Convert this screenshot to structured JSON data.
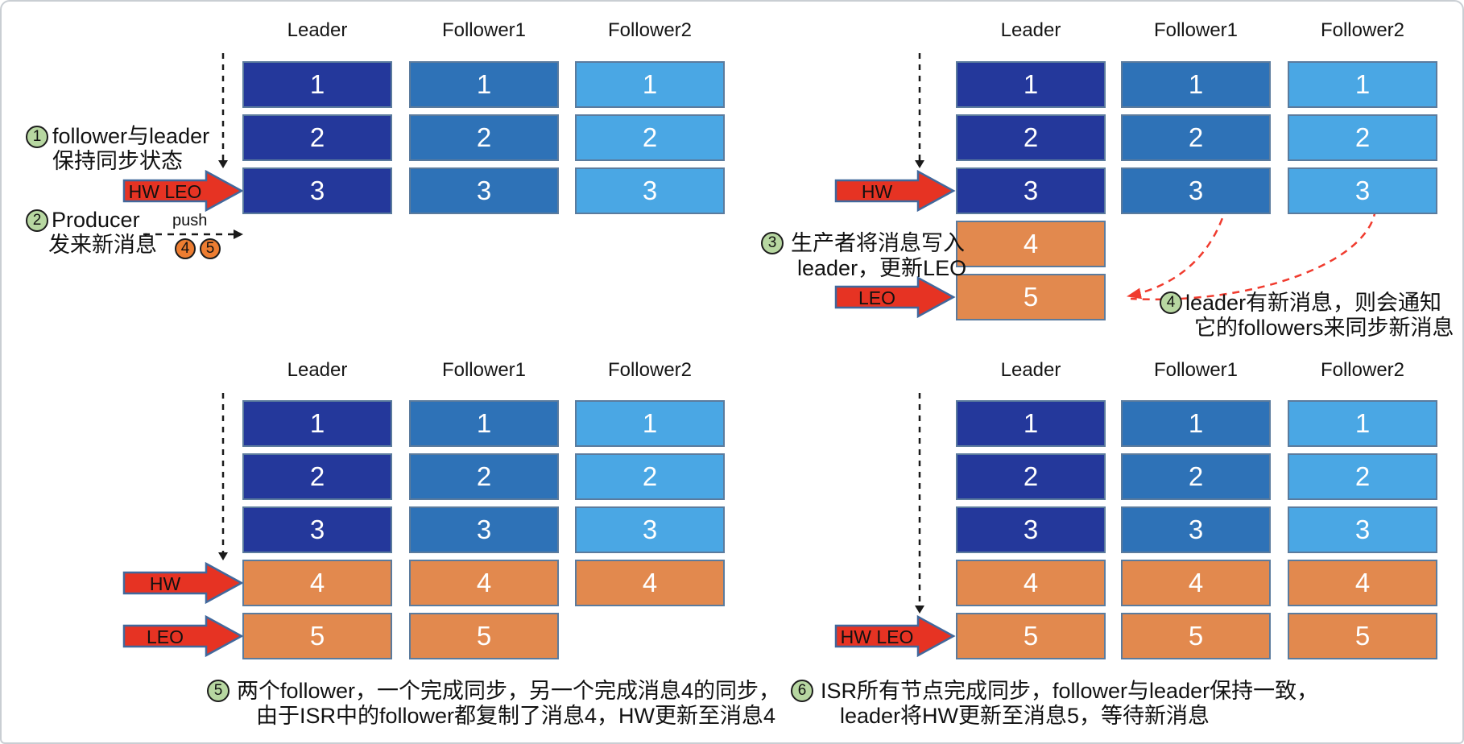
{
  "title": "Kafka HW / LEO replication steps diagram",
  "colors": {
    "navy": "#24389B",
    "medium_blue": "#2E72B7",
    "light_blue": "#4AA7E4",
    "orange": "#E2894E",
    "block_border": "#5B7B9D",
    "arrow_fill": "#E63323",
    "arrow_stroke": "#41689C",
    "badge_green": "#B7D7A1",
    "badge_orange": "#ED7D31",
    "sync_red": "#F03B2E",
    "line_dark": "#1A1A1A"
  },
  "panels": [
    {
      "id": "top-left",
      "headers": [
        "Leader",
        "Follower1",
        "Follower2"
      ],
      "columns": [
        {
          "role": "leader",
          "blocks": [
            {
              "n": "1",
              "c": "navy"
            },
            {
              "n": "2",
              "c": "navy"
            },
            {
              "n": "3",
              "c": "navy"
            }
          ]
        },
        {
          "role": "follower1",
          "blocks": [
            {
              "n": "1",
              "c": "medium_blue"
            },
            {
              "n": "2",
              "c": "medium_blue"
            },
            {
              "n": "3",
              "c": "medium_blue"
            }
          ]
        },
        {
          "role": "follower2",
          "blocks": [
            {
              "n": "1",
              "c": "light_blue"
            },
            {
              "n": "2",
              "c": "light_blue"
            },
            {
              "n": "3",
              "c": "light_blue"
            }
          ]
        }
      ],
      "pointer_arrows": [
        {
          "label": "HW LEO",
          "row": 3
        }
      ],
      "dashed_to_row": 3
    },
    {
      "id": "top-right",
      "headers": [
        "Leader",
        "Follower1",
        "Follower2"
      ],
      "columns": [
        {
          "role": "leader",
          "blocks": [
            {
              "n": "1",
              "c": "navy"
            },
            {
              "n": "2",
              "c": "navy"
            },
            {
              "n": "3",
              "c": "navy"
            },
            {
              "n": "4",
              "c": "orange"
            },
            {
              "n": "5",
              "c": "orange"
            }
          ]
        },
        {
          "role": "follower1",
          "blocks": [
            {
              "n": "1",
              "c": "medium_blue"
            },
            {
              "n": "2",
              "c": "medium_blue"
            },
            {
              "n": "3",
              "c": "medium_blue"
            }
          ]
        },
        {
          "role": "follower2",
          "blocks": [
            {
              "n": "1",
              "c": "light_blue"
            },
            {
              "n": "2",
              "c": "light_blue"
            },
            {
              "n": "3",
              "c": "light_blue"
            }
          ]
        }
      ],
      "pointer_arrows": [
        {
          "label": "HW",
          "row": 3
        },
        {
          "label": "LEO",
          "row": 5
        }
      ],
      "dashed_to_row": 3
    },
    {
      "id": "bottom-left",
      "headers": [
        "Leader",
        "Follower1",
        "Follower2"
      ],
      "columns": [
        {
          "role": "leader",
          "blocks": [
            {
              "n": "1",
              "c": "navy"
            },
            {
              "n": "2",
              "c": "navy"
            },
            {
              "n": "3",
              "c": "navy"
            },
            {
              "n": "4",
              "c": "orange"
            },
            {
              "n": "5",
              "c": "orange"
            }
          ]
        },
        {
          "role": "follower1",
          "blocks": [
            {
              "n": "1",
              "c": "medium_blue"
            },
            {
              "n": "2",
              "c": "medium_blue"
            },
            {
              "n": "3",
              "c": "medium_blue"
            },
            {
              "n": "4",
              "c": "orange"
            },
            {
              "n": "5",
              "c": "orange"
            }
          ]
        },
        {
          "role": "follower2",
          "blocks": [
            {
              "n": "1",
              "c": "light_blue"
            },
            {
              "n": "2",
              "c": "light_blue"
            },
            {
              "n": "3",
              "c": "light_blue"
            },
            {
              "n": "4",
              "c": "orange"
            }
          ]
        }
      ],
      "pointer_arrows": [
        {
          "label": "HW",
          "row": 4
        },
        {
          "label": "LEO",
          "row": 5
        }
      ],
      "dashed_to_row": 4
    },
    {
      "id": "bottom-right",
      "headers": [
        "Leader",
        "Follower1",
        "Follower2"
      ],
      "columns": [
        {
          "role": "leader",
          "blocks": [
            {
              "n": "1",
              "c": "navy"
            },
            {
              "n": "2",
              "c": "navy"
            },
            {
              "n": "3",
              "c": "navy"
            },
            {
              "n": "4",
              "c": "orange"
            },
            {
              "n": "5",
              "c": "orange"
            }
          ]
        },
        {
          "role": "follower1",
          "blocks": [
            {
              "n": "1",
              "c": "medium_blue"
            },
            {
              "n": "2",
              "c": "medium_blue"
            },
            {
              "n": "3",
              "c": "medium_blue"
            },
            {
              "n": "4",
              "c": "orange"
            },
            {
              "n": "5",
              "c": "orange"
            }
          ]
        },
        {
          "role": "follower2",
          "blocks": [
            {
              "n": "1",
              "c": "light_blue"
            },
            {
              "n": "2",
              "c": "light_blue"
            },
            {
              "n": "3",
              "c": "light_blue"
            },
            {
              "n": "4",
              "c": "orange"
            },
            {
              "n": "5",
              "c": "orange"
            }
          ]
        }
      ],
      "pointer_arrows": [
        {
          "label": "HW LEO",
          "row": 5
        }
      ],
      "dashed_to_row": 5
    }
  ],
  "annotations": [
    {
      "id": "a1",
      "badge": "1",
      "badge_color": "badge_green",
      "lines": [
        "follower与leader",
        "保持同步状态"
      ]
    },
    {
      "id": "a2",
      "badge": "2",
      "badge_color": "badge_green",
      "lines": [
        "Producer",
        "发来新消息"
      ]
    },
    {
      "id": "a3",
      "badge": "3",
      "badge_color": "badge_green",
      "lines": [
        "生产者将消息写入",
        "leader，更新LEO"
      ]
    },
    {
      "id": "a4",
      "badge": "4",
      "badge_color": "badge_green",
      "lines": [
        "leader有新消息，则会通知",
        "它的followers来同步新消息"
      ]
    },
    {
      "id": "a5",
      "badge": "5",
      "badge_color": "badge_green",
      "lines": [
        "两个follower，一个完成同步，另一个完成消息4的同步，",
        "由于ISR中的follower都复制了消息4，HW更新至消息4"
      ]
    },
    {
      "id": "a6",
      "badge": "6",
      "badge_color": "badge_green",
      "lines": [
        "ISR所有节点完成同步，follower与leader保持一致，",
        "leader将HW更新至消息5，等待新消息"
      ]
    }
  ],
  "push_group": {
    "label": "push",
    "circles": [
      {
        "n": "4"
      },
      {
        "n": "5"
      }
    ]
  }
}
